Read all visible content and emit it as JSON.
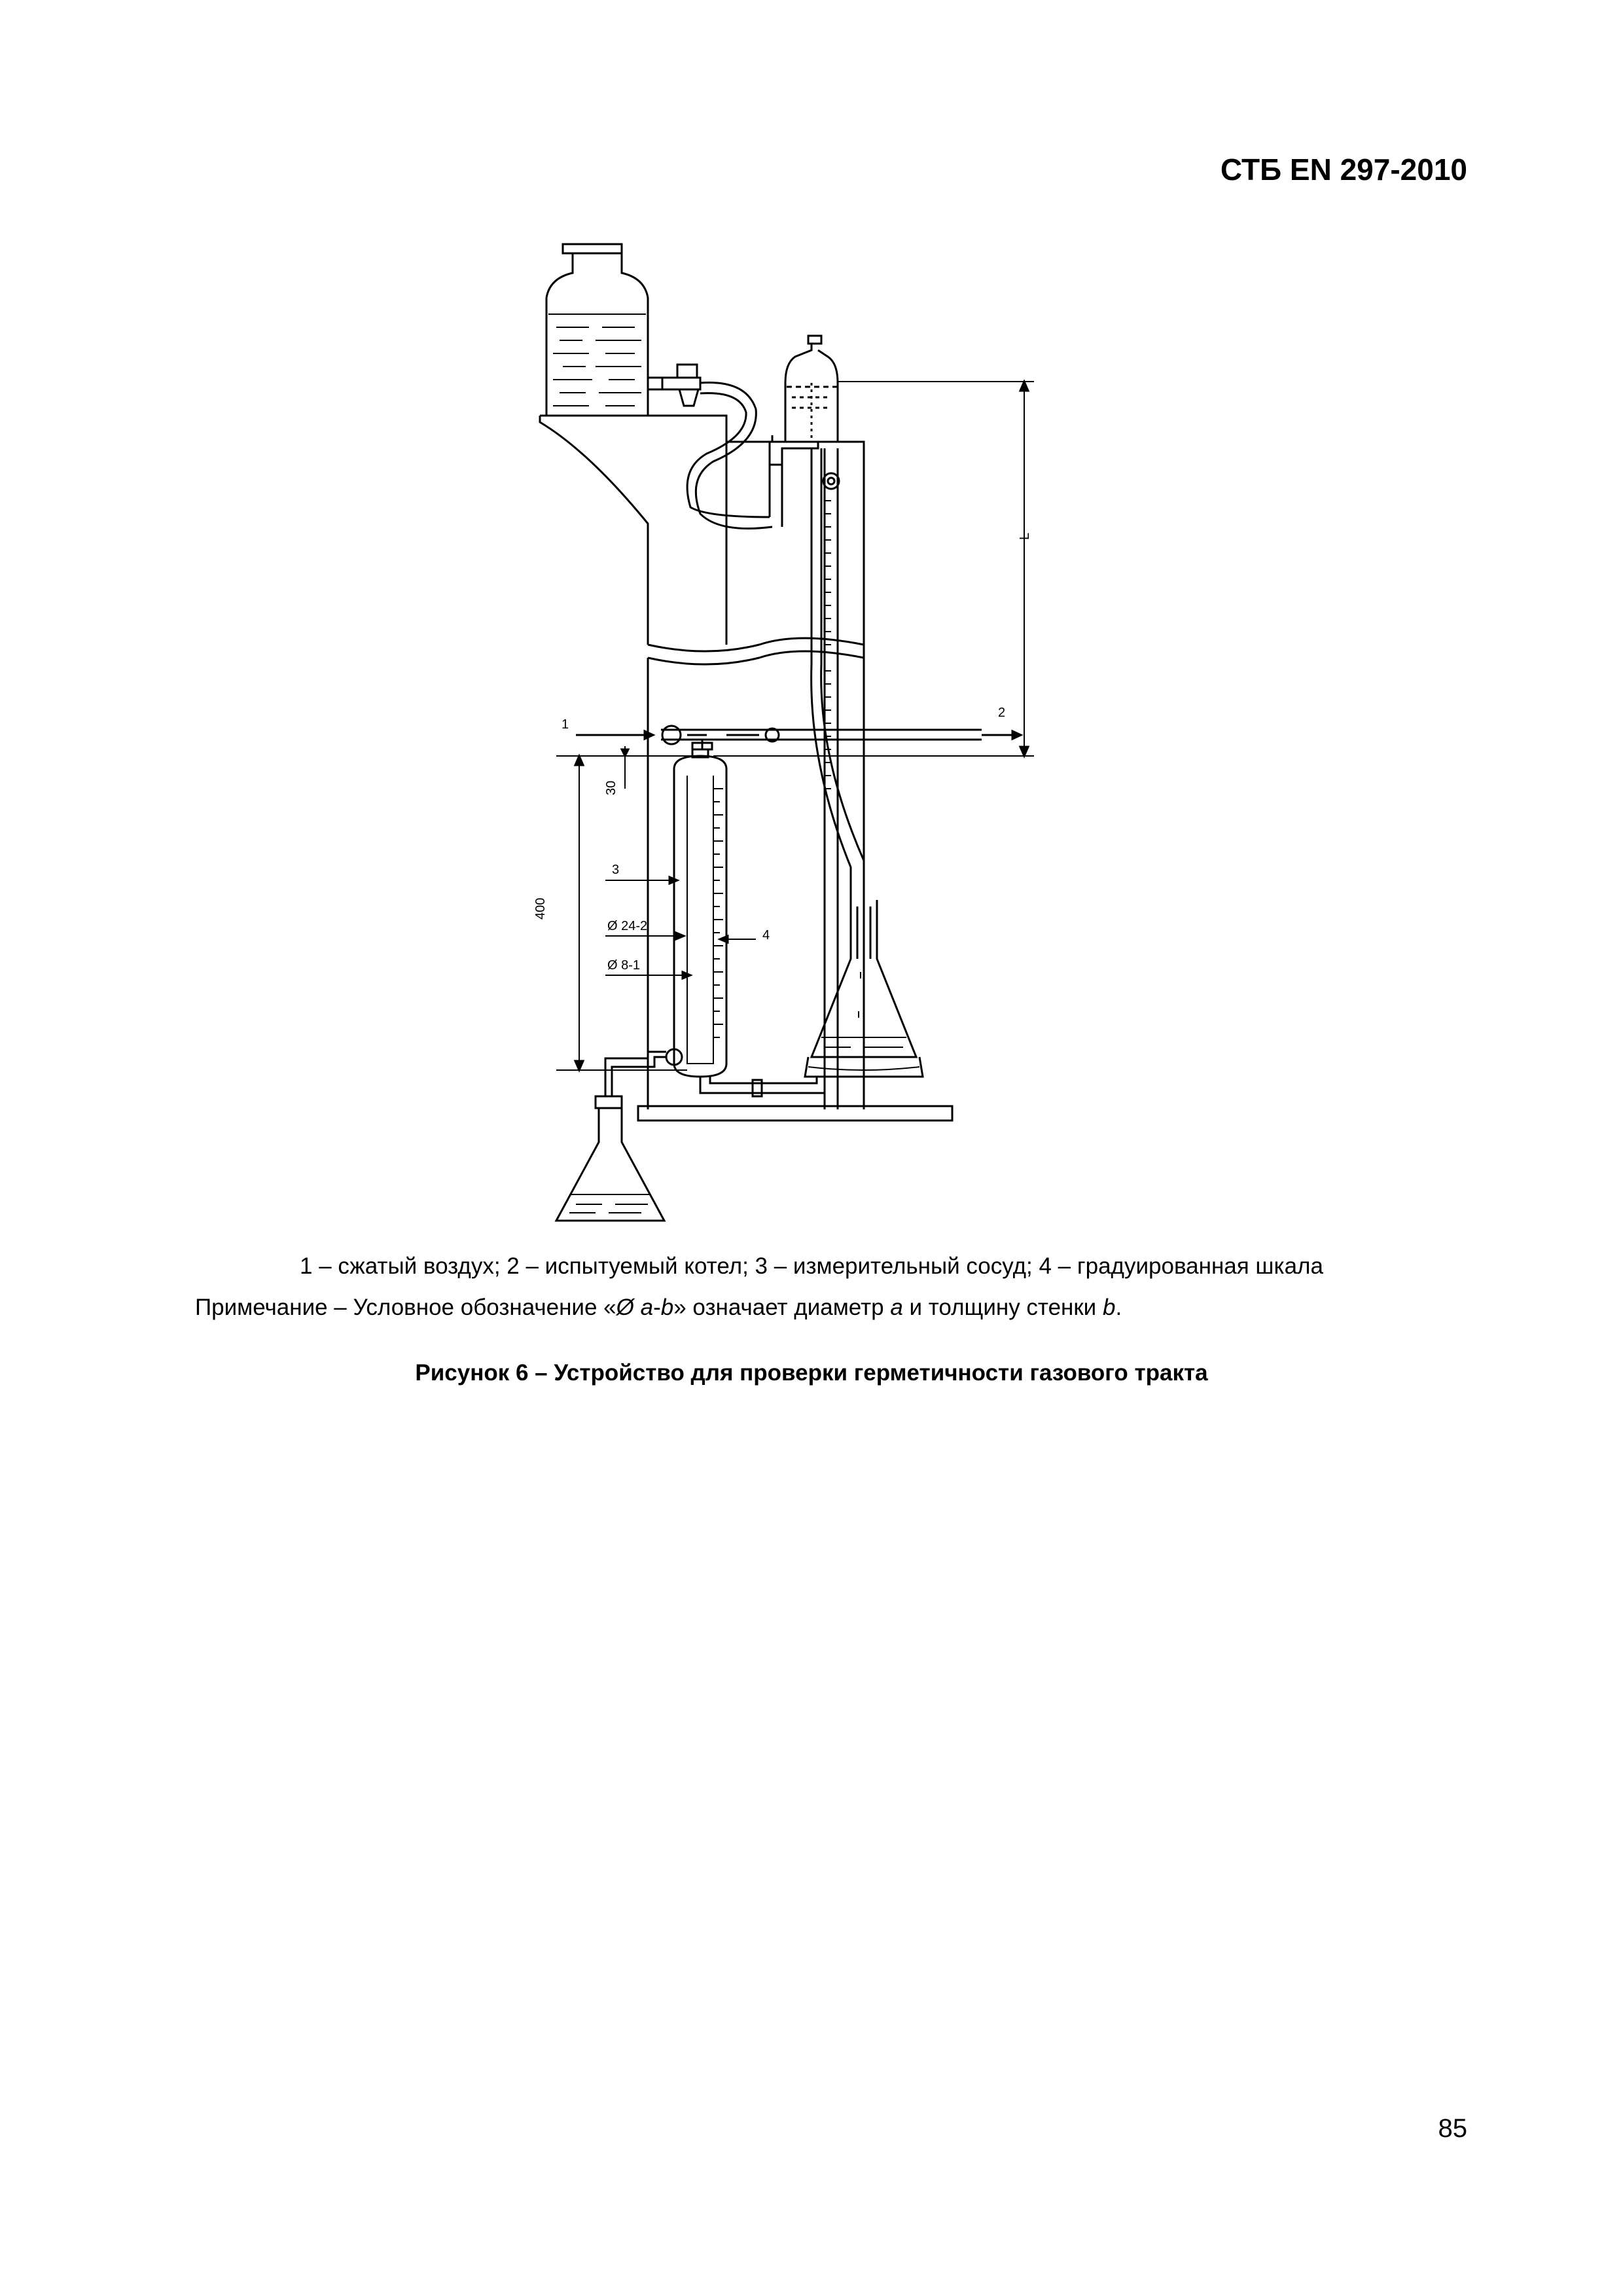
{
  "header": {
    "code": "СТБ EN 297-2010"
  },
  "figure": {
    "labels": {
      "n1": "1",
      "n2": "2",
      "n3": "3",
      "n4": "4",
      "dim_L": "L",
      "dim_30": "30",
      "dim_400": "400",
      "d1": "Ø 24-2",
      "d2": "Ø 8-1"
    }
  },
  "legend": "1 – сжатый воздух; 2 – испытуемый котел; 3 – измерительный сосуд; 4 – градуированная шкала",
  "note": {
    "prefix": "Примечание – Условное обозначение «",
    "symbol": "Ø ",
    "a": "a",
    "dash": "-",
    "b": "b",
    "mid": "» означает диаметр ",
    "a2": "a",
    "and": " и толщину стенки ",
    "b2": "b",
    "end": "."
  },
  "caption": "Рисунок 6 – Устройство для проверки герметичности газового тракта",
  "page_number": "85"
}
